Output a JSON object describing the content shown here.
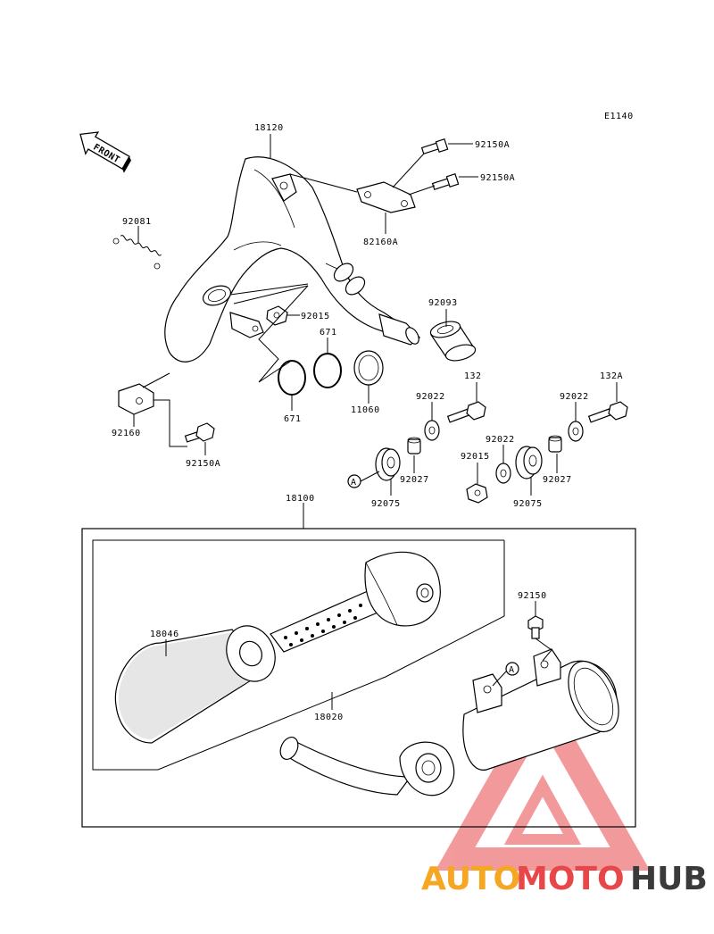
{
  "diagram_code": "E1140",
  "front_label": "FRONT",
  "callout_marker": "A",
  "parts": {
    "p18120": "18120",
    "p92150A_1": "92150A",
    "p92150A_2": "92150A",
    "p82160A": "82160A",
    "p92081": "92081",
    "p92015_1": "92015",
    "p92093": "92093",
    "p671_top": "671",
    "p671_bottom": "671",
    "p11060": "11060",
    "p92160": "92160",
    "p92150A_3": "92150A",
    "p132": "132",
    "p132A": "132A",
    "p92022_1": "92022",
    "p92022_2": "92022",
    "p92022_3": "92022",
    "p92015_2": "92015",
    "p92027_1": "92027",
    "p92027_2": "92027",
    "p92075_1": "92075",
    "p92075_2": "92075",
    "p18100": "18100",
    "p92150": "92150",
    "p18046": "18046",
    "p18020": "18020"
  },
  "watermark": {
    "part1": "AUTO",
    "part2": "MOTO",
    "part3": "HUB",
    "color1": "#f5a623",
    "color2": "#e8474a",
    "color3": "#3a3a3a"
  }
}
